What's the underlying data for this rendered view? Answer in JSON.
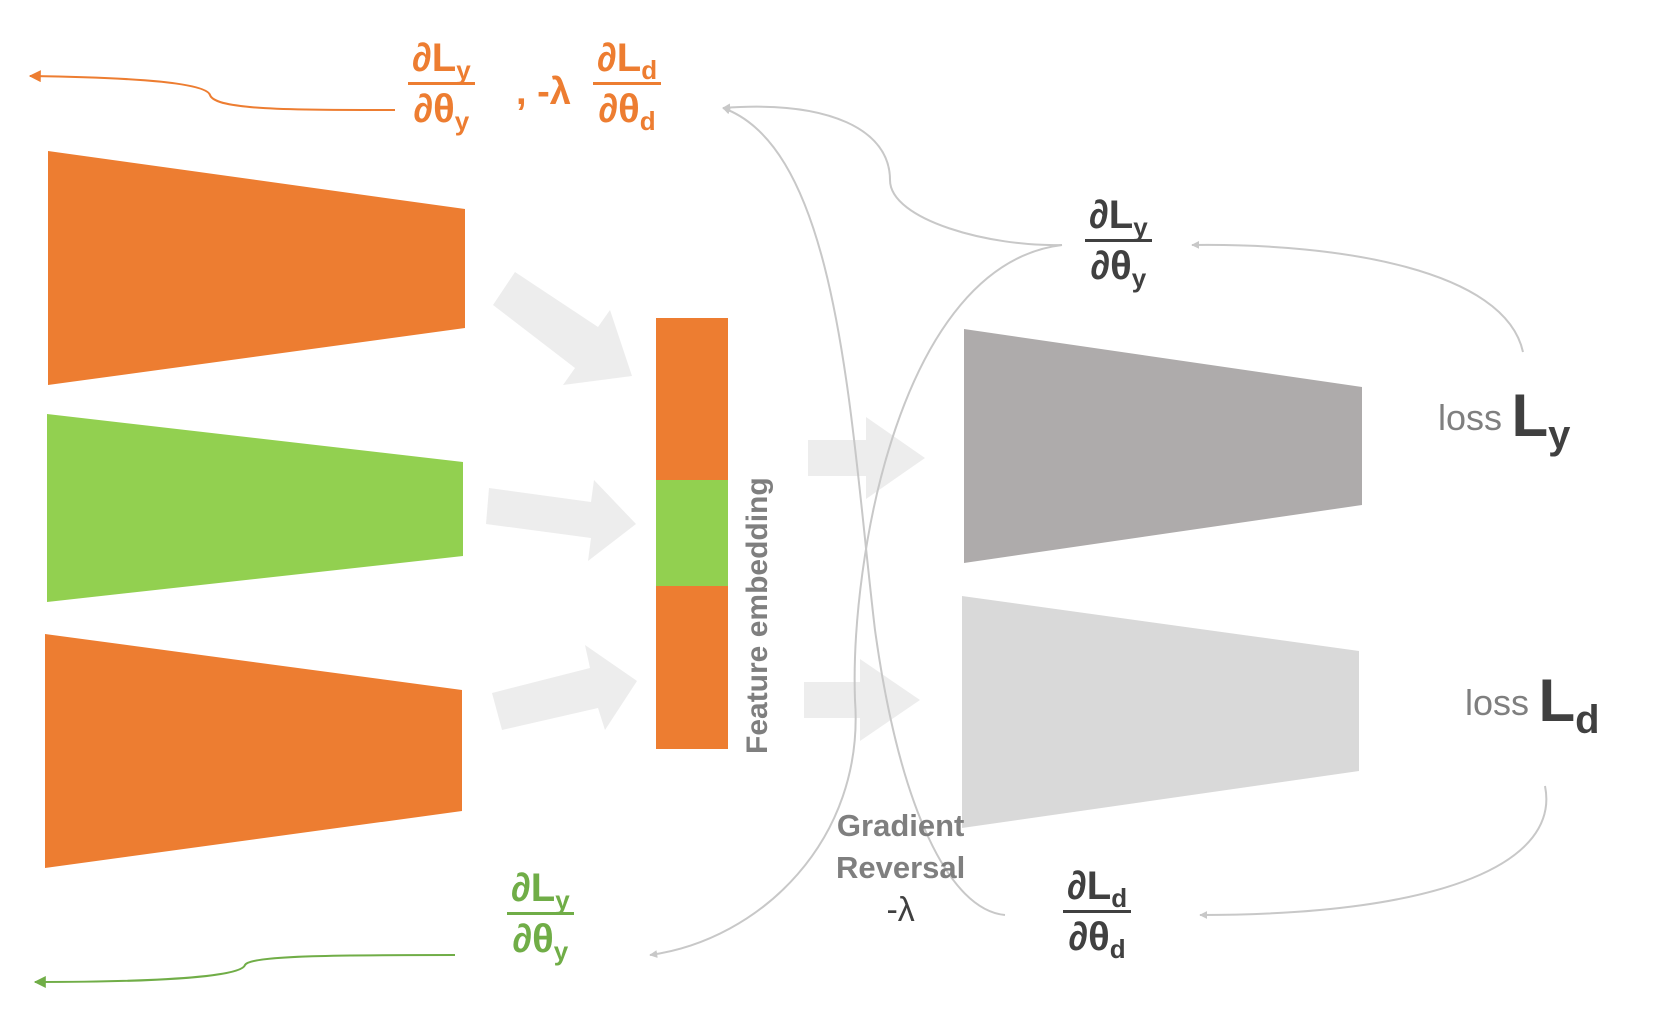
{
  "colors": {
    "orange": "#ED7D31",
    "green": "#92D050",
    "green_text": "#70AD47",
    "classifier_gray": "#AEABAB",
    "discriminator_gray": "#D9D9D9",
    "flow_arrow": "#EDEDED",
    "gradient_line": "#C8C8C8",
    "dark_text": "#404040",
    "gray_text": "#7F7F7F"
  },
  "gradient_top": {
    "num1": "∂L",
    "num1_sub": "y",
    "den1": "∂θ",
    "den1_sub": "y",
    "separator": ", -λ",
    "num2": "∂L",
    "num2_sub": "d",
    "den2": "∂θ",
    "den2_sub": "d"
  },
  "gradient_label_y": {
    "num": "∂L",
    "num_sub": "y",
    "den": "∂θ",
    "den_sub": "y"
  },
  "gradient_label_d": {
    "num": "∂L",
    "num_sub": "d",
    "den": "∂θ",
    "den_sub": "d"
  },
  "gradient_bottom": {
    "num": "∂L",
    "num_sub": "y",
    "den": "∂θ",
    "den_sub": "y"
  },
  "feature_embedding_label": "Feature embedding",
  "gradient_reversal": {
    "line1": "Gradient",
    "line2": "Reversal",
    "line3": "-λ"
  },
  "loss_y": {
    "word": "loss",
    "symbol": "L",
    "sub": "y"
  },
  "loss_d": {
    "word": "loss",
    "symbol": "L",
    "sub": "d"
  }
}
